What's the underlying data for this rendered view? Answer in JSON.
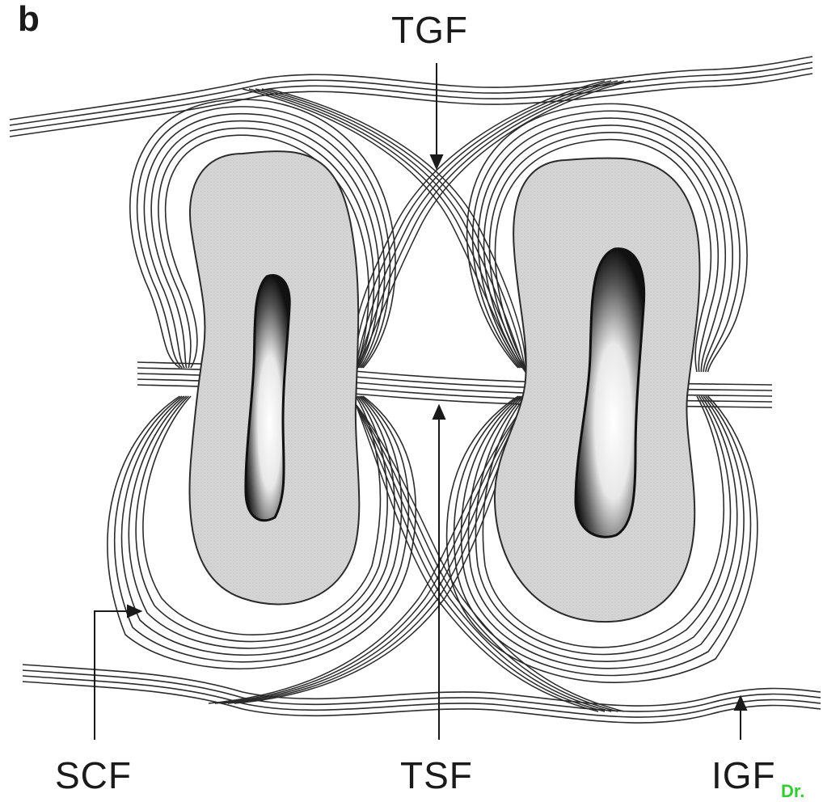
{
  "figure": {
    "panel_label": "b",
    "labels": {
      "tgf": "TGF",
      "tsf": "TSF",
      "scf": "SCF",
      "igf": "IGF"
    },
    "credit": "Dr."
  },
  "colors": {
    "line": "#2b2b2b",
    "root_fill": "#d3d3d3",
    "canal_dark": "#111111",
    "canal_light": "#ffffff",
    "credit": "#33cc33"
  }
}
